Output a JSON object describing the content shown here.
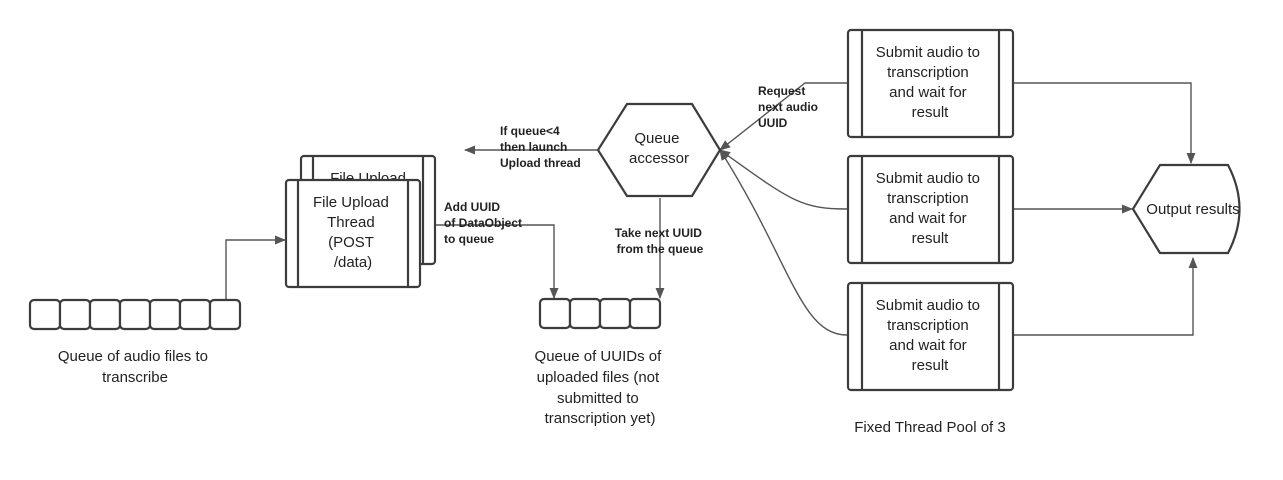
{
  "nodes": {
    "upload_thread_back": {
      "lines": [
        "File Upload"
      ]
    },
    "upload_thread": {
      "lines": [
        "File Upload",
        "Thread",
        "(POST",
        "/data)"
      ]
    },
    "queue_accessor": {
      "lines": [
        "Queue",
        "accessor"
      ]
    },
    "worker_1": {
      "lines": [
        "Submit audio to",
        "transcription",
        "and wait for",
        "result"
      ]
    },
    "worker_2": {
      "lines": [
        "Submit audio to",
        "transcription",
        "and wait for",
        "result"
      ]
    },
    "worker_3": {
      "lines": [
        "Submit audio to",
        "transcription",
        "and wait for",
        "result"
      ]
    },
    "output": {
      "lines": [
        "Output results"
      ]
    }
  },
  "edge_labels": {
    "add_uuid": [
      "Add UUID",
      "of DataObject",
      "to queue"
    ],
    "launch_upload": [
      "If queue<4",
      "then launch",
      "Upload thread"
    ],
    "take_uuid": [
      "Take next UUID",
      "from the queue"
    ],
    "request_uuid": [
      "Request",
      "next audio",
      "UUID"
    ]
  },
  "captions": {
    "audio_queue": [
      "Queue of audio files to",
      "transcribe"
    ],
    "uuid_queue": [
      "Queue of UUIDs of",
      "uploaded files (not",
      "submitted to",
      "transcription yet)"
    ],
    "thread_pool": [
      "Fixed Thread Pool of 3"
    ]
  }
}
